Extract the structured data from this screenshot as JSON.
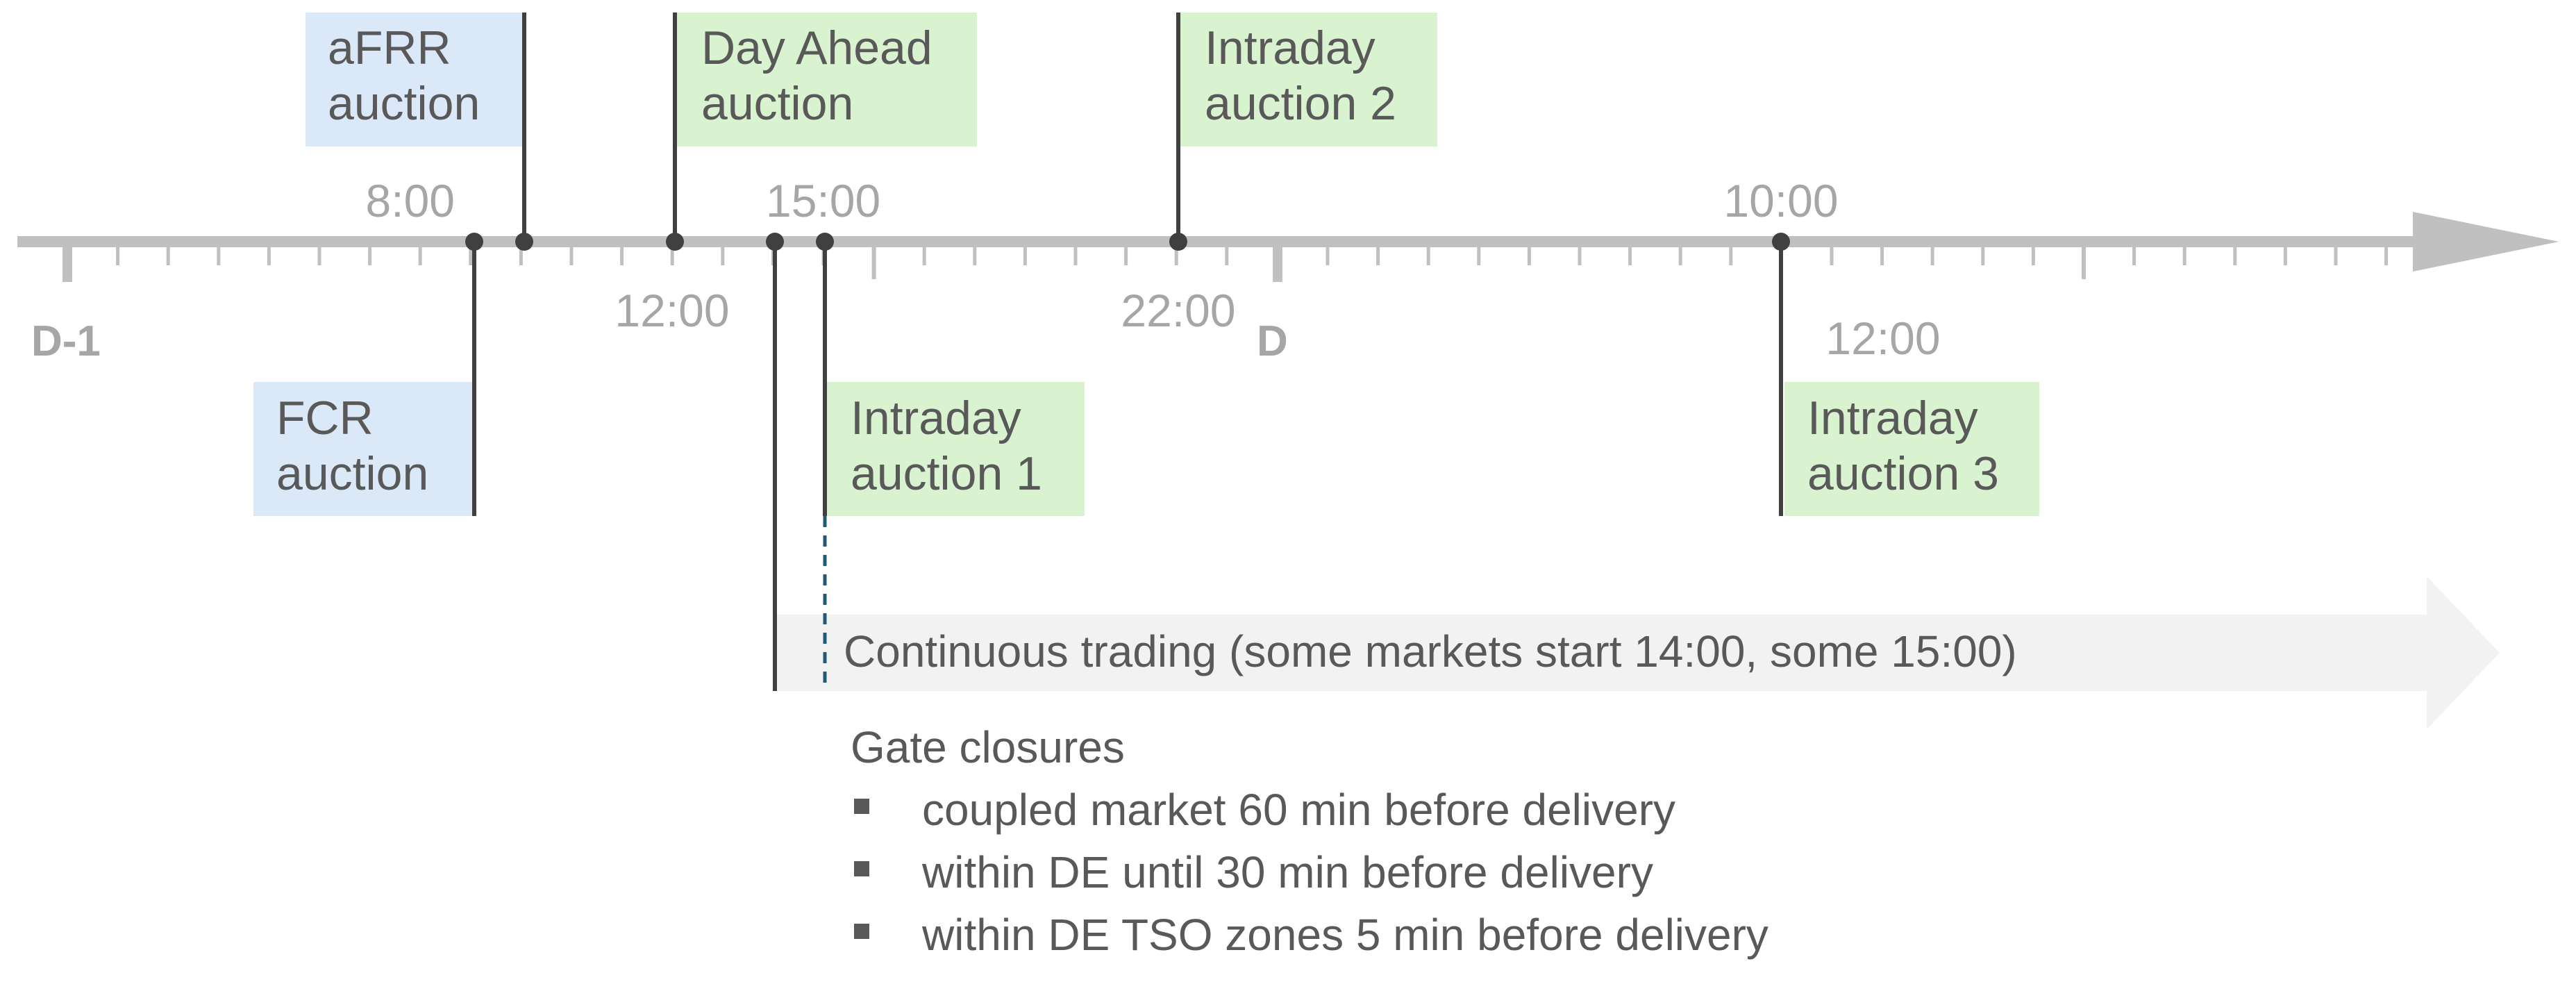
{
  "timeline": {
    "day_labels": {
      "d_minus_1": "D-1",
      "d": "D"
    },
    "times": {
      "t0800": "8:00",
      "t1200a": "12:00",
      "t1500": "15:00",
      "t2200": "22:00",
      "t1000": "10:00",
      "t1200b": "12:00"
    }
  },
  "auctions": {
    "afrr": {
      "line1": "aFRR",
      "line2": "auction"
    },
    "day_ahead": {
      "line1": "Day Ahead",
      "line2": "auction"
    },
    "intraday2": {
      "line1": "Intraday",
      "line2": "auction 2"
    },
    "fcr": {
      "line1": "FCR",
      "line2": "auction"
    },
    "intraday1": {
      "line1": "Intraday",
      "line2": "auction 1"
    },
    "intraday3": {
      "line1": "Intraday",
      "line2": "auction 3"
    }
  },
  "continuous": {
    "label": "Continuous trading (some markets start 14:00, some 15:00)"
  },
  "gate_closures": {
    "title": "Gate closures",
    "items": [
      "coupled market 60 min before delivery",
      "within DE until 30 min before delivery",
      "within DE TSO zones 5 min before delivery"
    ]
  },
  "colors": {
    "axis": "#c0c0c0",
    "axis_label": "#a6a6a6",
    "text": "#595959",
    "blue_box": "#dae8f7",
    "green_box": "#d9f2d0",
    "marker": "#404040",
    "dashed": "#1f5a78",
    "band": "#f2f2f2"
  }
}
